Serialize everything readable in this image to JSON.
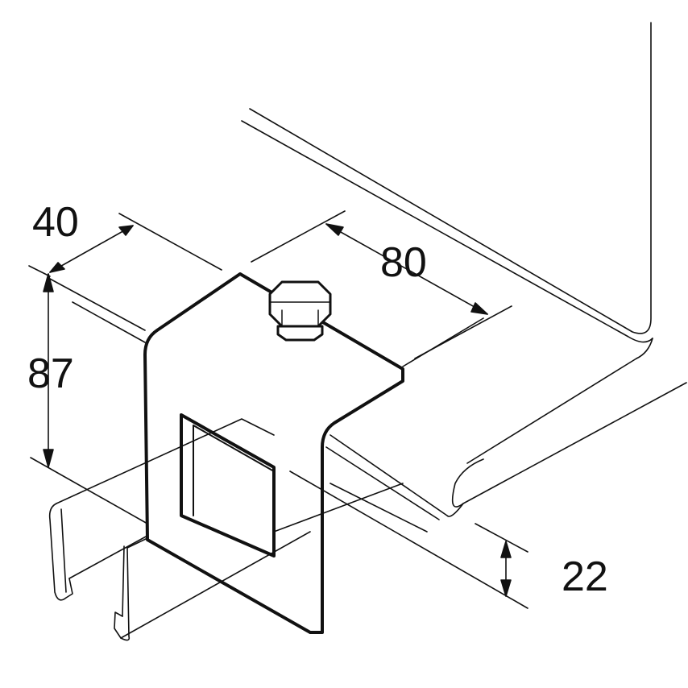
{
  "dimensions": {
    "width_40": "40",
    "length_80": "80",
    "height_87": "87",
    "flange_22": "22"
  },
  "colors": {
    "line": "#111111",
    "background": "#ffffff"
  }
}
